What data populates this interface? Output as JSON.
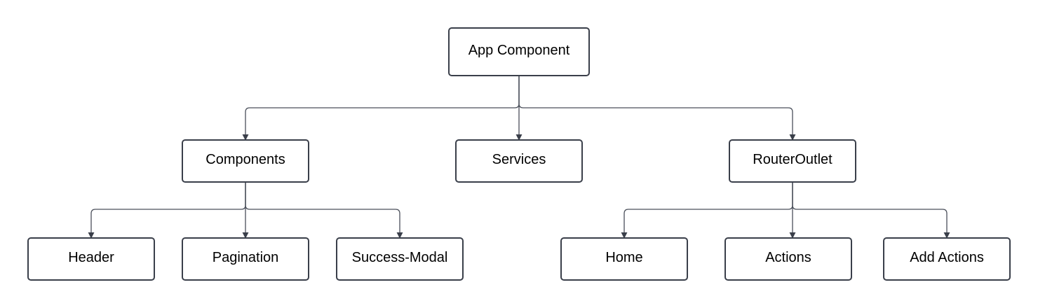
{
  "nodes": {
    "app": "App Component",
    "components": "Components",
    "services": "Services",
    "router_outlet": "RouterOutlet",
    "header": "Header",
    "pagination": "Pagination",
    "success_modal": "Success-Modal",
    "home": "Home",
    "actions": "Actions",
    "add_actions": "Add Actions"
  },
  "edges": [
    {
      "from": "app",
      "to": "components"
    },
    {
      "from": "app",
      "to": "services"
    },
    {
      "from": "app",
      "to": "router_outlet"
    },
    {
      "from": "components",
      "to": "header"
    },
    {
      "from": "components",
      "to": "pagination"
    },
    {
      "from": "components",
      "to": "success_modal"
    },
    {
      "from": "router_outlet",
      "to": "home"
    },
    {
      "from": "router_outlet",
      "to": "actions"
    },
    {
      "from": "router_outlet",
      "to": "add_actions"
    }
  ],
  "colors": {
    "box_stroke": "#3a3f4a",
    "connector": "#4a4f5a",
    "background": "#ffffff",
    "text": "#000000"
  }
}
